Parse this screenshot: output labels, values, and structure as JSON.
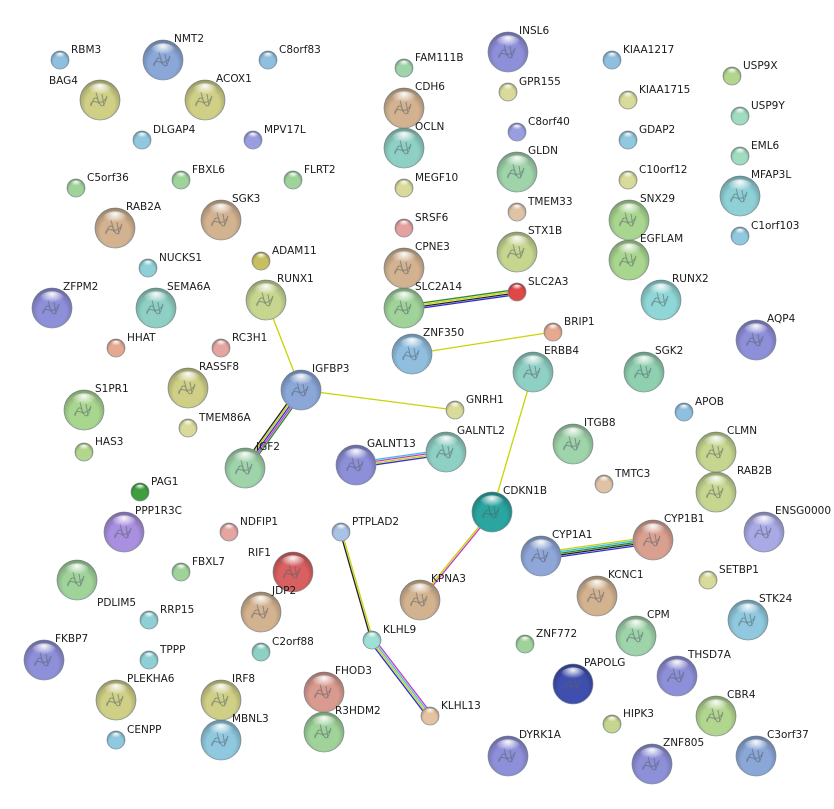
{
  "nodes": [
    {
      "id": "RBM3",
      "label": "RBM3",
      "color": "#8fbedf",
      "big": false
    },
    {
      "id": "NMT2",
      "label": "NMT2",
      "color": "#8aa7d8",
      "big": true
    },
    {
      "id": "C8orf83",
      "label": "C8orf83",
      "color": "#8fbedf",
      "big": false
    },
    {
      "id": "BAG4",
      "label": "BAG4",
      "color": "#cfcf86",
      "big": true
    },
    {
      "id": "ACOX1",
      "label": "ACOX1",
      "color": "#cfcf86",
      "big": true
    },
    {
      "id": "DLGAP4",
      "label": "DLGAP4",
      "color": "#8fc8df",
      "big": false
    },
    {
      "id": "MPV17L",
      "label": "MPV17L",
      "color": "#9a9ee0",
      "big": false
    },
    {
      "id": "C5orf36",
      "label": "C5orf36",
      "color": "#9fd39a",
      "big": false
    },
    {
      "id": "FBXL6",
      "label": "FBXL6",
      "color": "#9fd39a",
      "big": false
    },
    {
      "id": "FLRT2",
      "label": "FLRT2",
      "color": "#9fd39a",
      "big": false
    },
    {
      "id": "RAB2A",
      "label": "RAB2A",
      "color": "#d3b28f",
      "big": true
    },
    {
      "id": "SGK3",
      "label": "SGK3",
      "color": "#d3b28f",
      "big": true
    },
    {
      "id": "ADAM11",
      "label": "ADAM11",
      "color": "#c8bf5f",
      "big": false
    },
    {
      "id": "NUCKS1",
      "label": "NUCKS1",
      "color": "#8fd0d6",
      "big": false
    },
    {
      "id": "ZFPM2",
      "label": "ZFPM2",
      "color": "#8e8fd9",
      "big": true
    },
    {
      "id": "SEMA6A",
      "label": "SEMA6A",
      "color": "#8fd0c4",
      "big": true
    },
    {
      "id": "RUNX1",
      "label": "RUNX1",
      "color": "#c6d68f",
      "big": true
    },
    {
      "id": "HHAT",
      "label": "HHAT",
      "color": "#e5a98f",
      "big": false
    },
    {
      "id": "RC3H1",
      "label": "RC3H1",
      "color": "#e5a5a0",
      "big": false
    },
    {
      "id": "RASSF8",
      "label": "RASSF8",
      "color": "#cfcf86",
      "big": true
    },
    {
      "id": "IGFBP3",
      "label": "IGFBP3",
      "color": "#8aa7d8",
      "big": true
    },
    {
      "id": "TMEM86A",
      "label": "TMEM86A",
      "color": "#dada9a",
      "big": false
    },
    {
      "id": "S1PR1",
      "label": "S1PR1",
      "color": "#a9d68f",
      "big": true
    },
    {
      "id": "HAS3",
      "label": "HAS3",
      "color": "#b3d68f",
      "big": false
    },
    {
      "id": "IGF2",
      "label": "IGF2",
      "color": "#9fd3a9",
      "big": true
    },
    {
      "id": "PAG1",
      "label": "PAG1",
      "color": "#3f9f3f",
      "big": false
    },
    {
      "id": "PPP1R3C",
      "label": "PPP1R3C",
      "color": "#a98fe0",
      "big": true
    },
    {
      "id": "NDFIP1",
      "label": "NDFIP1",
      "color": "#e5a5a0",
      "big": false
    },
    {
      "id": "PDLIM5",
      "label": "PDLIM5",
      "color": "#9fd39a",
      "big": true
    },
    {
      "id": "FBXL7",
      "label": "FBXL7",
      "color": "#9fd39a",
      "big": false
    },
    {
      "id": "RIF1",
      "label": "RIF1",
      "color": "#d96060",
      "big": true
    },
    {
      "id": "JDP2",
      "label": "JDP2",
      "color": "#d3b28f",
      "big": true
    },
    {
      "id": "RRP15",
      "label": "RRP15",
      "color": "#8fd0d6",
      "big": false
    },
    {
      "id": "TPPP",
      "label": "TPPP",
      "color": "#8fd0d6",
      "big": false
    },
    {
      "id": "FKBP7",
      "label": "FKBP7",
      "color": "#8e8fd9",
      "big": true
    },
    {
      "id": "C2orf88",
      "label": "C2orf88",
      "color": "#8fd0c4",
      "big": false
    },
    {
      "id": "PLEKHA6",
      "label": "PLEKHA6",
      "color": "#cfcf86",
      "big": true
    },
    {
      "id": "IRF8",
      "label": "IRF8",
      "color": "#cfcf86",
      "big": true
    },
    {
      "id": "CENPP",
      "label": "CENPP",
      "color": "#8fc8df",
      "big": false
    },
    {
      "id": "MBNL3",
      "label": "MBNL3",
      "color": "#8fc8df",
      "big": true
    },
    {
      "id": "FHOD3",
      "label": "FHOD3",
      "color": "#d99a8f",
      "big": true
    },
    {
      "id": "R3HDM2",
      "label": "R3HDM2",
      "color": "#9fd39a",
      "big": true
    },
    {
      "id": "PTPLAD2",
      "label": "PTPLAD2",
      "color": "#a9c2e5",
      "big": false
    },
    {
      "id": "KLHL9",
      "label": "KLHL9",
      "color": "#9fe0d6",
      "big": false
    },
    {
      "id": "KLHL13",
      "label": "KLHL13",
      "color": "#e5c2a0",
      "big": false
    },
    {
      "id": "FAM111B",
      "label": "FAM111B",
      "color": "#9fd3a9",
      "big": false
    },
    {
      "id": "INSL6",
      "label": "INSL6",
      "color": "#8e8fd9",
      "big": true
    },
    {
      "id": "GPR155",
      "label": "GPR155",
      "color": "#dada9a",
      "big": false
    },
    {
      "id": "CDH6",
      "label": "CDH6",
      "color": "#d3b28f",
      "big": true
    },
    {
      "id": "OCLN",
      "label": "OCLN",
      "color": "#8fd0c4",
      "big": true
    },
    {
      "id": "C8orf40",
      "label": "C8orf40",
      "color": "#9a9ee0",
      "big": false
    },
    {
      "id": "GLDN",
      "label": "GLDN",
      "color": "#9fd3a9",
      "big": true
    },
    {
      "id": "MEGF10",
      "label": "MEGF10",
      "color": "#dada9a",
      "big": false
    },
    {
      "id": "TMEM33",
      "label": "TMEM33",
      "color": "#e0c2a5",
      "big": false
    },
    {
      "id": "SRSF6",
      "label": "SRSF6",
      "color": "#e5a0a0",
      "big": false
    },
    {
      "id": "STX1B",
      "label": "STX1B",
      "color": "#c6d68f",
      "big": true
    },
    {
      "id": "CPNE3",
      "label": "CPNE3",
      "color": "#d3b28f",
      "big": true
    },
    {
      "id": "SLC2A3",
      "label": "SLC2A3",
      "color": "#e04848",
      "big": false
    },
    {
      "id": "SLC2A14",
      "label": "SLC2A14",
      "color": "#9fd39a",
      "big": true
    },
    {
      "id": "ZNF350",
      "label": "ZNF350",
      "color": "#8fbedf",
      "big": true
    },
    {
      "id": "BRIP1",
      "label": "BRIP1",
      "color": "#e5a98f",
      "big": false
    },
    {
      "id": "ERBB4",
      "label": "ERBB4",
      "color": "#8fd0c4",
      "big": true
    },
    {
      "id": "GNRH1",
      "label": "GNRH1",
      "color": "#dada9a",
      "big": false
    },
    {
      "id": "GALNT13",
      "label": "GALNT13",
      "color": "#8e8fd9",
      "big": true
    },
    {
      "id": "GALNTL2",
      "label": "GALNTL2",
      "color": "#8fd0c4",
      "big": true
    },
    {
      "id": "CDKN1B",
      "label": "CDKN1B",
      "color": "#2aa5a0",
      "big": true
    },
    {
      "id": "KPNA3",
      "label": "KPNA3",
      "color": "#d3b28f",
      "big": true
    },
    {
      "id": "KIAA1217",
      "label": "KIAA1217",
      "color": "#8fbedf",
      "big": false
    },
    {
      "id": "KIAA1715",
      "label": "KIAA1715",
      "color": "#dada9a",
      "big": false
    },
    {
      "id": "GDAP2",
      "label": "GDAP2",
      "color": "#8fc8df",
      "big": false
    },
    {
      "id": "C10orf12",
      "label": "C10orf12",
      "color": "#dada9a",
      "big": false
    },
    {
      "id": "SNX29",
      "label": "SNX29",
      "color": "#a9d68f",
      "big": true
    },
    {
      "id": "EGFLAM",
      "label": "EGFLAM",
      "color": "#a9d68f",
      "big": true
    },
    {
      "id": "RUNX2",
      "label": "RUNX2",
      "color": "#8fd6d6",
      "big": true
    },
    {
      "id": "SGK2",
      "label": "SGK2",
      "color": "#8fd0b0",
      "big": true
    },
    {
      "id": "ITGB8",
      "label": "ITGB8",
      "color": "#9fd3a9",
      "big": true
    },
    {
      "id": "TMTC3",
      "label": "TMTC3",
      "color": "#e0c2a5",
      "big": false
    },
    {
      "id": "USP9X",
      "label": "USP9X",
      "color": "#b3d68f",
      "big": false
    },
    {
      "id": "USP9Y",
      "label": "USP9Y",
      "color": "#9fdcc0",
      "big": false
    },
    {
      "id": "EML6",
      "label": "EML6",
      "color": "#9fdcc0",
      "big": false
    },
    {
      "id": "MFAP3L",
      "label": "MFAP3L",
      "color": "#8fd0d6",
      "big": true
    },
    {
      "id": "C1orf103",
      "label": "C1orf103",
      "color": "#8fc8df",
      "big": false
    },
    {
      "id": "AQP4",
      "label": "AQP4",
      "color": "#8e8fd9",
      "big": true
    },
    {
      "id": "APOB",
      "label": "APOB",
      "color": "#8fbedf",
      "big": false
    },
    {
      "id": "CLMN",
      "label": "CLMN",
      "color": "#c6d68f",
      "big": true
    },
    {
      "id": "RAB2B",
      "label": "RAB2B",
      "color": "#c6d68f",
      "big": true
    },
    {
      "id": "ENSG0000",
      "label": "ENSG0000",
      "color": "#a9a9e5",
      "big": true
    },
    {
      "id": "CYP1A1",
      "label": "CYP1A1",
      "color": "#8fa7d8",
      "big": true
    },
    {
      "id": "CYP1B1",
      "label": "CYP1B1",
      "color": "#d9a090",
      "big": true
    },
    {
      "id": "SETBP1",
      "label": "SETBP1",
      "color": "#dada9a",
      "big": false
    },
    {
      "id": "KCNC1",
      "label": "KCNC1",
      "color": "#d3b28f",
      "big": true
    },
    {
      "id": "ZNF772",
      "label": "ZNF772",
      "color": "#9fd39a",
      "big": false
    },
    {
      "id": "CPM",
      "label": "CPM",
      "color": "#9fd3a9",
      "big": true
    },
    {
      "id": "STK24",
      "label": "STK24",
      "color": "#8fc8df",
      "big": true
    },
    {
      "id": "PAPOLG",
      "label": "PAPOLG",
      "color": "#3f4faf",
      "big": true
    },
    {
      "id": "THSD7A",
      "label": "THSD7A",
      "color": "#8e8fd9",
      "big": true
    },
    {
      "id": "HIPK3",
      "label": "HIPK3",
      "color": "#c6d68f",
      "big": false
    },
    {
      "id": "CBR4",
      "label": "CBR4",
      "color": "#b3d68f",
      "big": true
    },
    {
      "id": "DYRK1A",
      "label": "DYRK1A",
      "color": "#8e8fd9",
      "big": true
    },
    {
      "id": "ZNF805",
      "label": "ZNF805",
      "color": "#8e8fd9",
      "big": true
    },
    {
      "id": "C3orf37",
      "label": "C3orf37",
      "color": "#8aa7d8",
      "big": true
    }
  ],
  "edges": [
    {
      "a": "IGFBP3",
      "b": "RUNX1",
      "colors": [
        "#c8d400"
      ]
    },
    {
      "a": "IGFBP3",
      "b": "GNRH1",
      "colors": [
        "#c8d400"
      ]
    },
    {
      "a": "IGFBP3",
      "b": "IGF2",
      "colors": [
        "#2b8b2b",
        "#c73cc7",
        "#3030d0",
        "#c8d400",
        "#222222"
      ]
    },
    {
      "a": "SLC2A14",
      "b": "SLC2A3",
      "colors": [
        "#2b8b2b",
        "#c8d400",
        "#222222",
        "#3030d0"
      ]
    },
    {
      "a": "ZNF350",
      "b": "BRIP1",
      "colors": [
        "#c8d400"
      ]
    },
    {
      "a": "ERBB4",
      "b": "CDKN1B",
      "colors": [
        "#c8d400"
      ]
    },
    {
      "a": "GALNT13",
      "b": "GALNTL2",
      "colors": [
        "#3ec0e6",
        "#c73cc7",
        "#c8d400",
        "#3030d0"
      ]
    },
    {
      "a": "CDKN1B",
      "b": "KPNA3",
      "colors": [
        "#c73cc7",
        "#c8d400"
      ]
    },
    {
      "a": "CYP1A1",
      "b": "CYP1B1",
      "colors": [
        "#c8d400",
        "#3ec0e6",
        "#2b8b2b",
        "#222222",
        "#3030d0"
      ]
    },
    {
      "a": "PTPLAD2",
      "b": "KLHL9",
      "colors": [
        "#c8d400",
        "#222222"
      ]
    },
    {
      "a": "KLHL9",
      "b": "KLHL13",
      "colors": [
        "#c73cc7",
        "#3ec0e6",
        "#c8d400",
        "#3030d0"
      ]
    }
  ]
}
